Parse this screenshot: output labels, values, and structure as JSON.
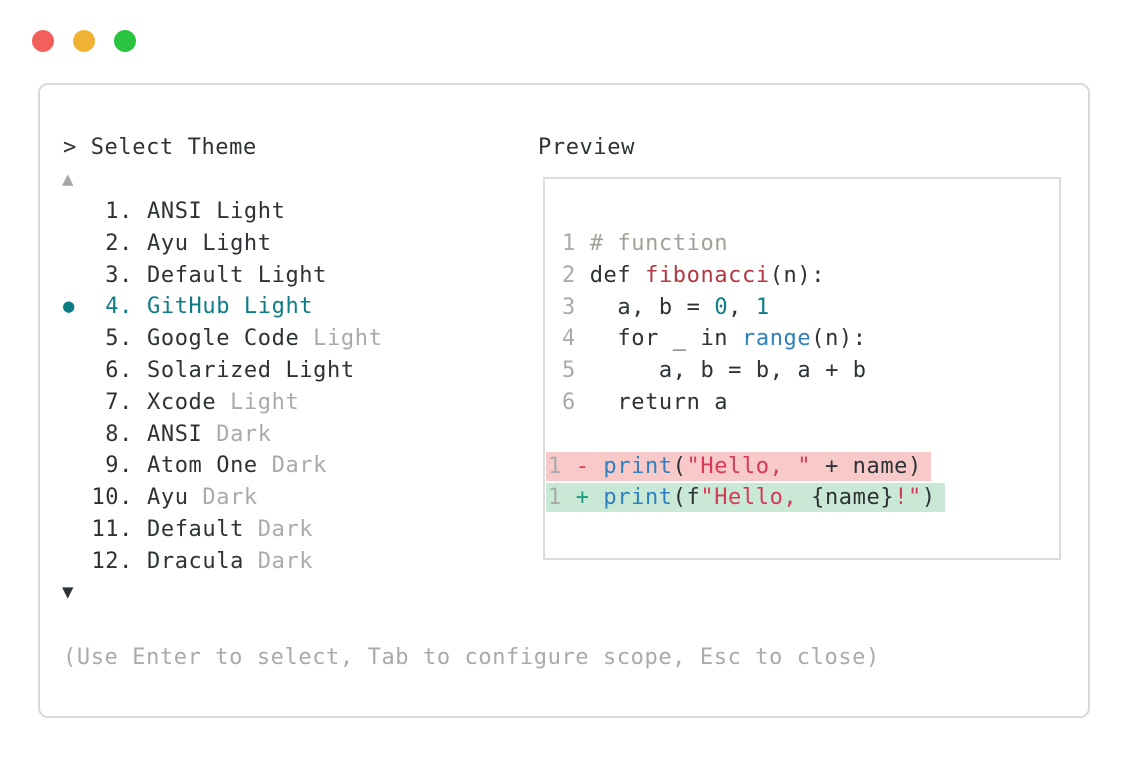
{
  "colors": {
    "text": "#2d3236",
    "muted": "#a7abae",
    "accent": "#0e7c85",
    "comment": "#9da395",
    "func-red": "#b23842",
    "string-red": "#d83a56",
    "blue": "#2e80c0",
    "num-teal": "#0f7d87",
    "minus-red": "#dd4149",
    "plus-green": "#1a9c84",
    "removed-bg": "#f8c9c9",
    "added-bg": "#c9e8d5",
    "border": "#d9d9d9",
    "preview-border": "#dcdcdc",
    "arrow-dim": "#a5a5a5",
    "traffic-red": "#f2605c",
    "traffic-yellow": "#f0b234",
    "traffic-green": "#29c340"
  },
  "picker": {
    "prompt": "> Select Theme",
    "scroll_up_icon": "▲",
    "scroll_down_icon": "▼",
    "selected_marker": "●",
    "items": [
      {
        "number": "1.",
        "name": "ANSI Light",
        "muted": "",
        "selected": false
      },
      {
        "number": "2.",
        "name": "Ayu Light",
        "muted": "",
        "selected": false
      },
      {
        "number": "3.",
        "name": "Default Light",
        "muted": "",
        "selected": false
      },
      {
        "number": "4.",
        "name": "GitHub Light",
        "muted": "",
        "selected": true
      },
      {
        "number": "5.",
        "name": "Google Code",
        "muted": "Light",
        "selected": false
      },
      {
        "number": "6.",
        "name": "Solarized Light",
        "muted": "",
        "selected": false
      },
      {
        "number": "7.",
        "name": "Xcode",
        "muted": "Light",
        "selected": false
      },
      {
        "number": "8.",
        "name": "ANSI",
        "muted": "Dark",
        "selected": false
      },
      {
        "number": "9.",
        "name": "Atom One",
        "muted": "Dark",
        "selected": false
      },
      {
        "number": "10.",
        "name": "Ayu",
        "muted": "Dark",
        "selected": false
      },
      {
        "number": "11.",
        "name": "Default",
        "muted": "Dark",
        "selected": false
      },
      {
        "number": "12.",
        "name": "Dracula",
        "muted": "Dark",
        "selected": false
      }
    ],
    "footer_hint": "(Use Enter to select, Tab to configure scope, Esc to close)"
  },
  "preview": {
    "title": "Preview",
    "lines": [
      {
        "diff": null,
        "segments": [
          [
            "1 ",
            "lnum"
          ],
          [
            "# function",
            "comment"
          ]
        ]
      },
      {
        "diff": null,
        "segments": [
          [
            "2 ",
            "lnum"
          ],
          [
            "def ",
            "fg"
          ],
          [
            "fibonacci",
            "func"
          ],
          [
            "(n):",
            "fg"
          ]
        ]
      },
      {
        "diff": null,
        "segments": [
          [
            "3 ",
            "lnum"
          ],
          [
            "  a, b = ",
            "fg"
          ],
          [
            "0",
            "num"
          ],
          [
            ", ",
            "fg"
          ],
          [
            "1",
            "num"
          ]
        ]
      },
      {
        "diff": null,
        "segments": [
          [
            "4 ",
            "lnum"
          ],
          [
            "  for _ in ",
            "fg"
          ],
          [
            "range",
            "blue"
          ],
          [
            "(n):",
            "fg"
          ]
        ]
      },
      {
        "diff": null,
        "segments": [
          [
            "5 ",
            "lnum"
          ],
          [
            "     a, b = b, a + b",
            "fg"
          ]
        ]
      },
      {
        "diff": null,
        "segments": [
          [
            "6 ",
            "lnum"
          ],
          [
            "  return a",
            "fg"
          ]
        ]
      },
      {
        "diff": null,
        "segments": []
      },
      {
        "diff": "removed",
        "segments": [
          [
            "1 ",
            "lnum"
          ],
          [
            "- ",
            "minus"
          ],
          [
            "print",
            "blue"
          ],
          [
            "(",
            "fg"
          ],
          [
            "\"Hello, \"",
            "str"
          ],
          [
            " + name)",
            "fg"
          ]
        ]
      },
      {
        "diff": "added",
        "segments": [
          [
            "1 ",
            "lnum"
          ],
          [
            "+ ",
            "plus"
          ],
          [
            "print",
            "blue"
          ],
          [
            "(f",
            "fg"
          ],
          [
            "\"Hello, ",
            "str"
          ],
          [
            "{name}",
            "fg"
          ],
          [
            "!\"",
            "str"
          ],
          [
            ")",
            "fg"
          ]
        ]
      }
    ]
  }
}
